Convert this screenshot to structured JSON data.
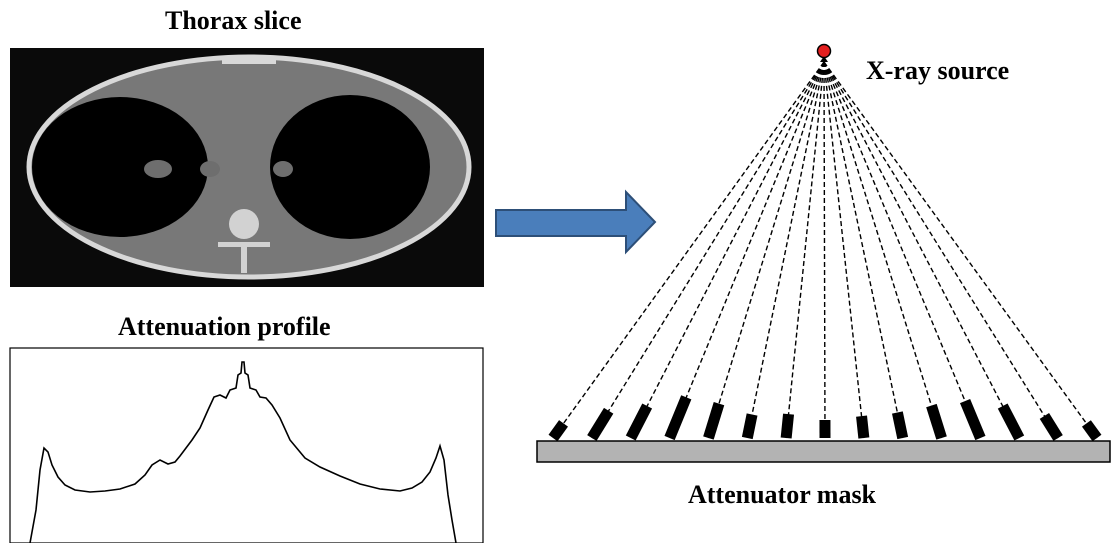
{
  "titles": {
    "thorax_slice": "Thorax slice",
    "attenuation_profile": "Attenuation profile",
    "xray_source": "X-ray source",
    "attenuator_mask": "Attenuator mask"
  },
  "colors": {
    "arrow_fill": "#4a7ebb",
    "arrow_stroke": "#2d4f78",
    "source_dot": "#e41f1f",
    "mask_bar": "#b3b3b3",
    "ct_background": "#0a0a0a",
    "ct_tissue": "#777777",
    "ct_bone": "#d0d0d0",
    "ct_lung": "#000000"
  },
  "icons": {
    "transition_arrow": "right-arrow-icon",
    "source": "red-dot-icon"
  }
}
